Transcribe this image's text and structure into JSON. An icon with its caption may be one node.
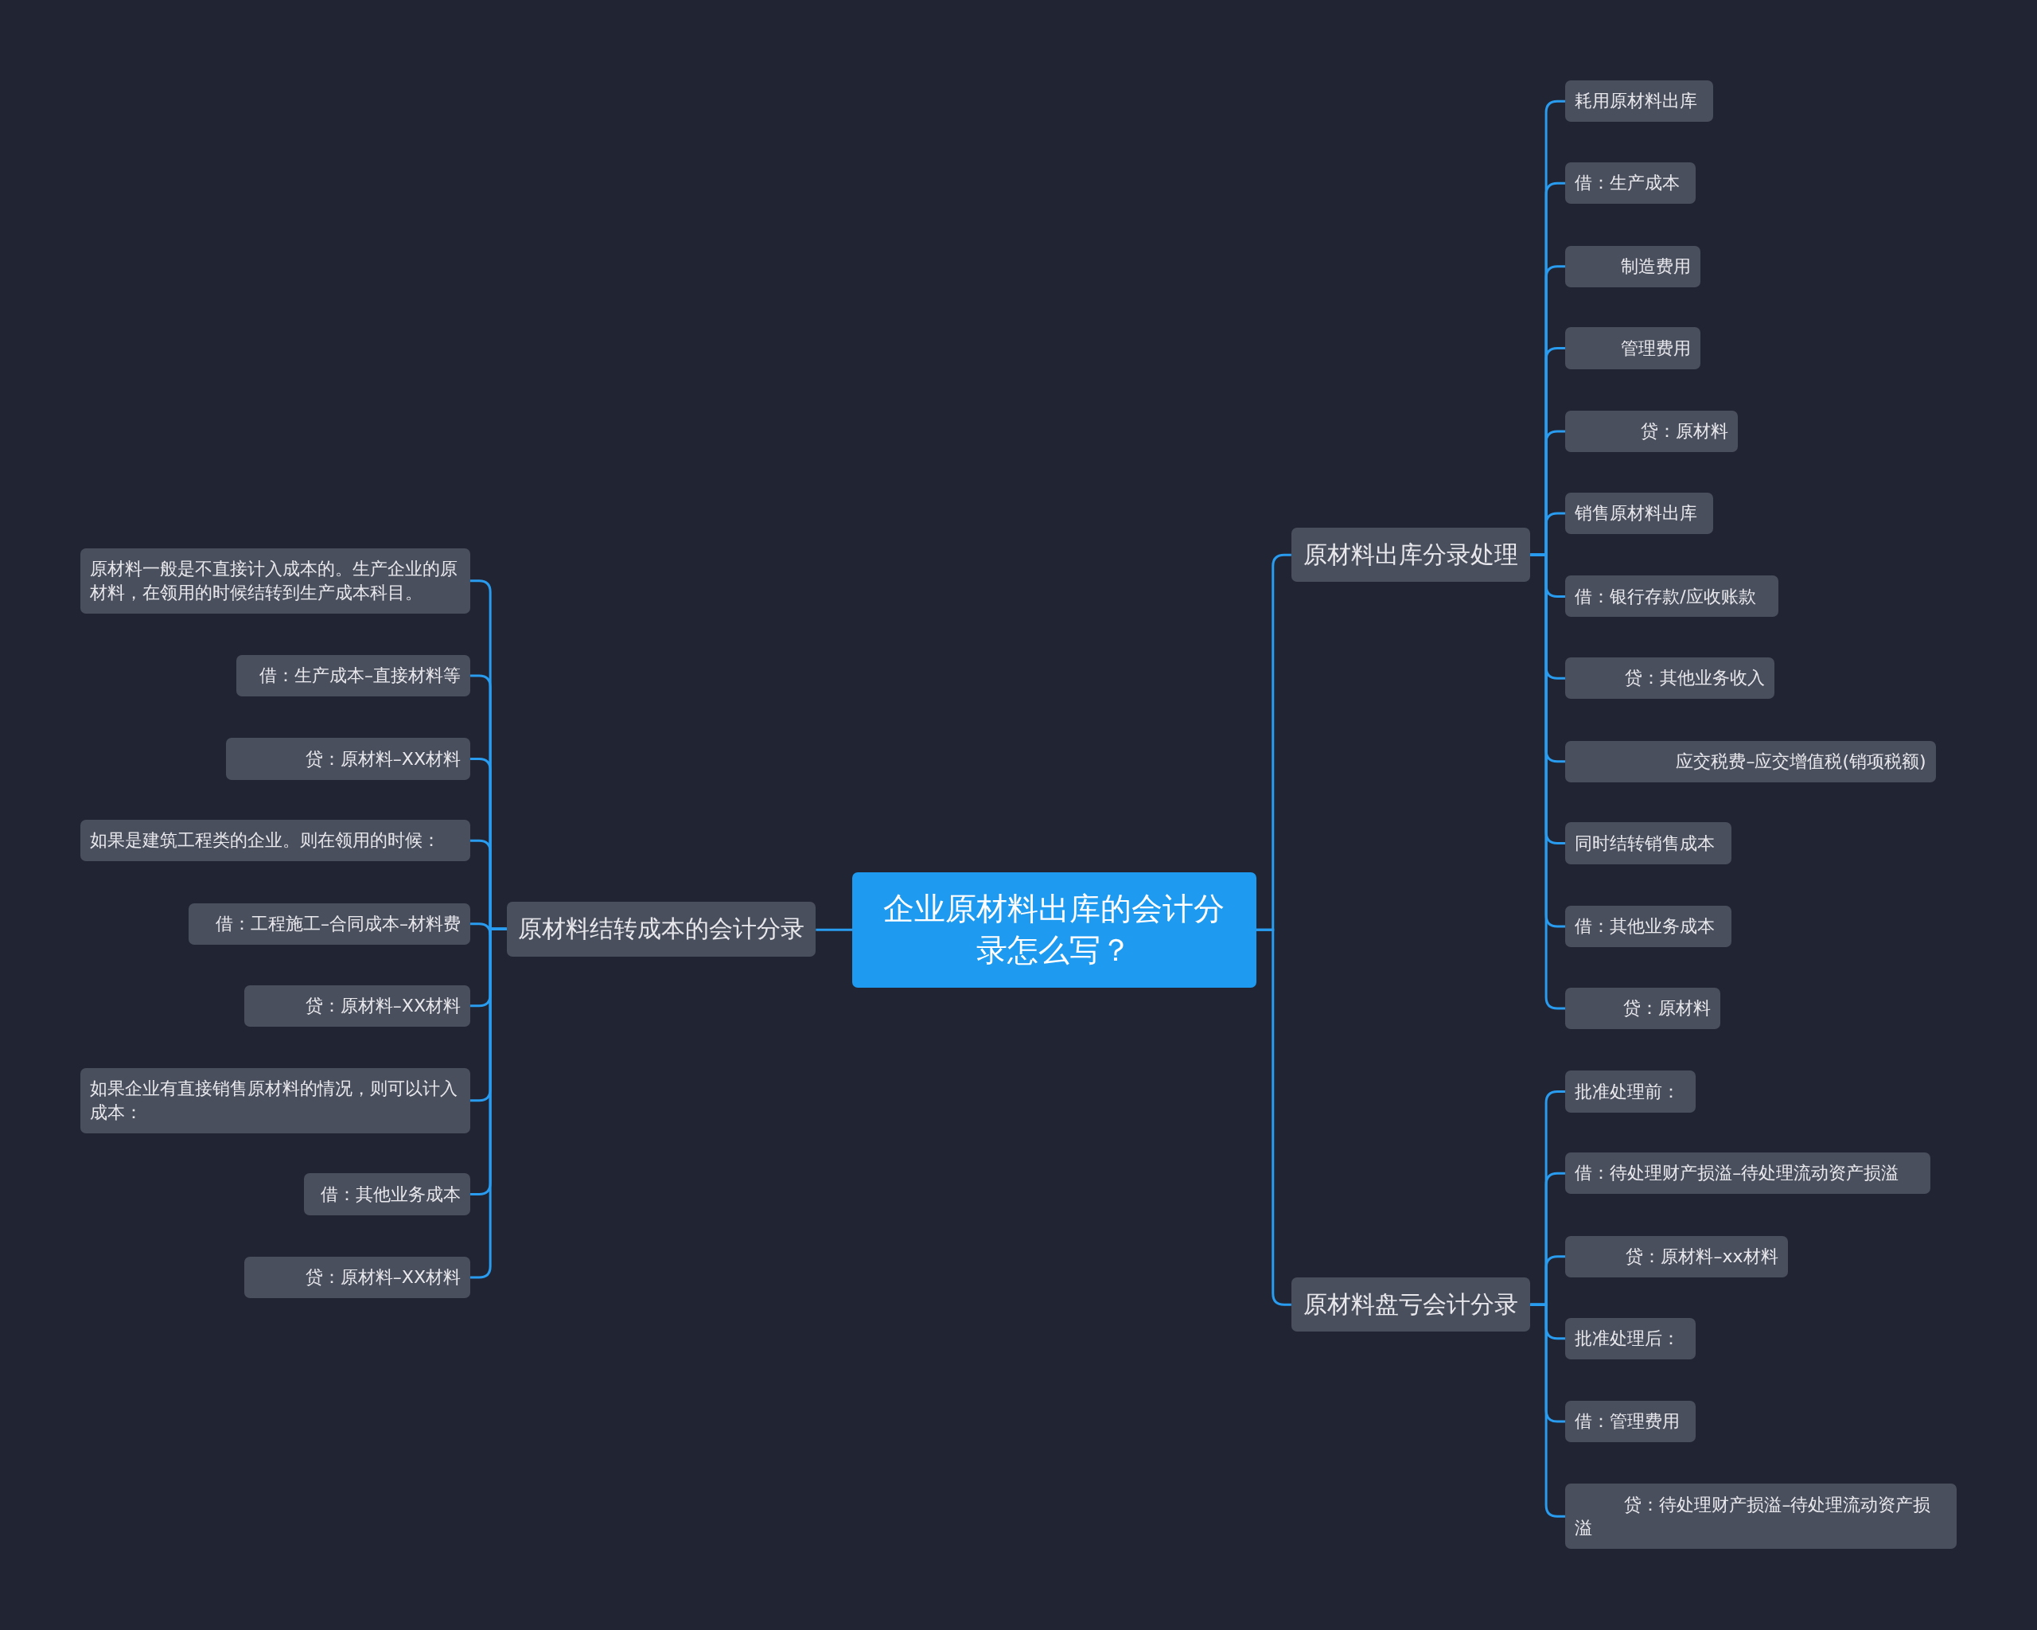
{
  "diagram": {
    "nodes": [
      {
        "text": [
          "企业原材料出库的会计分录怎么写？"
        ]
      },
      {
        "text": [
          "原材料出库分录处理"
        ]
      },
      {
        "text": [
          "耗用原材料出库"
        ]
      },
      {
        "text": [
          "借：生产成本"
        ]
      },
      {
        "text": [
          "制造费用"
        ]
      },
      {
        "text": [
          "管理费用"
        ]
      },
      {
        "text": [
          "贷：原材料"
        ]
      },
      {
        "text": [
          "销售原材料出库"
        ]
      },
      {
        "text": [
          "借：银行存款/应收账款"
        ]
      },
      {
        "text": [
          "贷：其他业务收入"
        ]
      },
      {
        "text": [
          "应交税费–应交增值税(销项税额)"
        ]
      },
      {
        "text": [
          "同时结转销售成本"
        ]
      },
      {
        "text": [
          "借：其他业务成本"
        ]
      },
      {
        "text": [
          "贷：原材料"
        ]
      },
      {
        "text": [
          "原材料盘亏会计分录"
        ]
      },
      {
        "text": [
          "批准处理前："
        ]
      },
      {
        "text": [
          "借：待处理财产损溢–待处理流动资产损溢"
        ]
      },
      {
        "text": [
          "贷：原材料–xx材料"
        ]
      },
      {
        "text": [
          "批准处理后："
        ]
      },
      {
        "text": [
          "借：管理费用"
        ]
      },
      {
        "text": [
          "贷：待处理财产损溢–待处理流动资产损溢"
        ]
      },
      {
        "text": [
          "原材料结转成本的会计分录"
        ]
      },
      {
        "text": [
          "原材料一般是不直接计入成本的。生产企业的原材料，在领用的时候结转到生产成本科目。"
        ]
      },
      {
        "text": [
          "借：生产成本–直接材料等"
        ]
      },
      {
        "text": [
          "贷：原材料–XX材料"
        ]
      },
      {
        "text": [
          "如果是建筑工程类的企业。则在领用的时候："
        ]
      },
      {
        "text": [
          "借：工程施工–合同成本–材料费"
        ]
      },
      {
        "text": [
          "贷：原材料–XX材料"
        ]
      },
      {
        "text": [
          "如果企业有直接销售原材料的情况，则可以计入成本："
        ]
      },
      {
        "text": [
          "借：其他业务成本"
        ]
      },
      {
        "text": [
          "贷：原材料–XX材料"
        ]
      }
    ],
    "edges": [
      {
        "from": 0,
        "to": 1,
        "arrow": "none"
      },
      {
        "from": 0,
        "to": 14,
        "arrow": "none"
      },
      {
        "from": 0,
        "to": 21,
        "arrow": "none"
      },
      {
        "from": 1,
        "to": 2,
        "arrow": "none"
      },
      {
        "from": 1,
        "to": 3,
        "arrow": "none"
      },
      {
        "from": 1,
        "to": 4,
        "arrow": "none"
      },
      {
        "from": 1,
        "to": 5,
        "arrow": "none"
      },
      {
        "from": 1,
        "to": 6,
        "arrow": "none"
      },
      {
        "from": 1,
        "to": 7,
        "arrow": "none"
      },
      {
        "from": 1,
        "to": 8,
        "arrow": "none"
      },
      {
        "from": 1,
        "to": 9,
        "arrow": "none"
      },
      {
        "from": 1,
        "to": 10,
        "arrow": "none"
      },
      {
        "from": 1,
        "to": 11,
        "arrow": "none"
      },
      {
        "from": 1,
        "to": 12,
        "arrow": "none"
      },
      {
        "from": 1,
        "to": 13,
        "arrow": "none"
      },
      {
        "from": 14,
        "to": 15,
        "arrow": "none"
      },
      {
        "from": 14,
        "to": 16,
        "arrow": "none"
      },
      {
        "from": 14,
        "to": 17,
        "arrow": "none"
      },
      {
        "from": 14,
        "to": 18,
        "arrow": "none"
      },
      {
        "from": 14,
        "to": 19,
        "arrow": "none"
      },
      {
        "from": 14,
        "to": 20,
        "arrow": "none"
      },
      {
        "from": 21,
        "to": 22,
        "arrow": "none"
      },
      {
        "from": 21,
        "to": 23,
        "arrow": "none"
      },
      {
        "from": 21,
        "to": 24,
        "arrow": "none"
      },
      {
        "from": 21,
        "to": 25,
        "arrow": "none"
      },
      {
        "from": 21,
        "to": 26,
        "arrow": "none"
      },
      {
        "from": 21,
        "to": 27,
        "arrow": "none"
      },
      {
        "from": 21,
        "to": 28,
        "arrow": "none"
      },
      {
        "from": 21,
        "to": 29,
        "arrow": "none"
      },
      {
        "from": 21,
        "to": 30,
        "arrow": "none"
      }
    ]
  }
}
